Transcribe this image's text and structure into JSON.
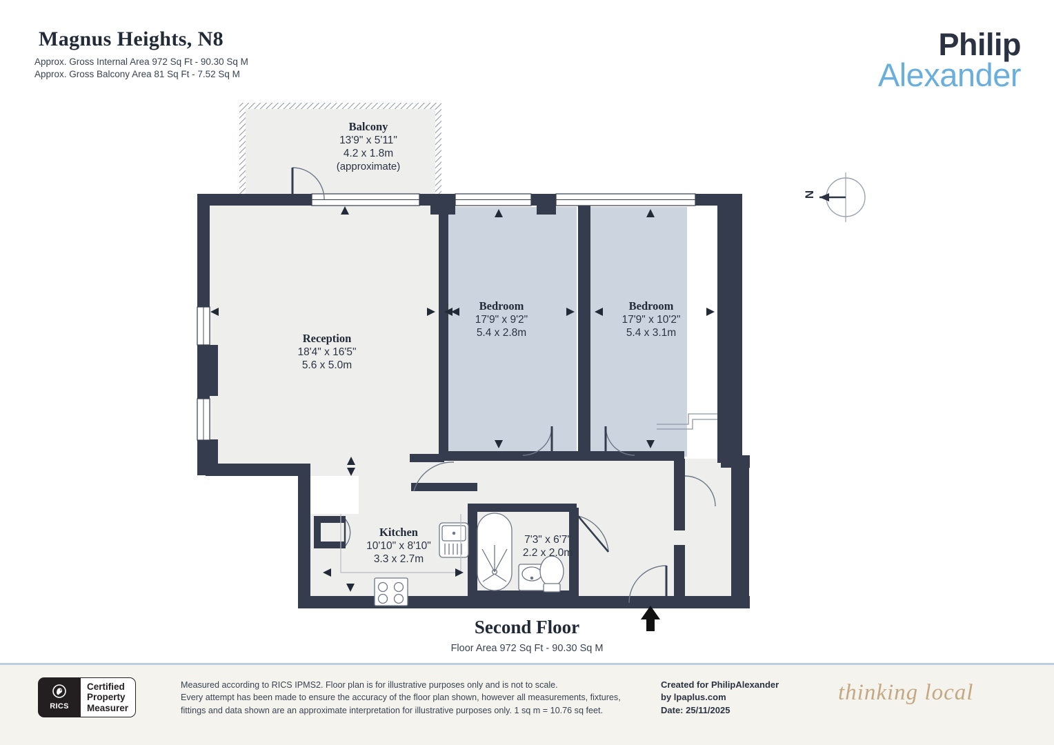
{
  "header": {
    "title": "Magnus Heights, N8",
    "subtitle_1": "Approx. Gross Internal Area 972 Sq Ft - 90.30 Sq M",
    "subtitle_2": "Approx. Gross Balcony Area 81 Sq Ft - 7.52 Sq M",
    "logo_line_1": "Philip",
    "logo_line_2": "Alexander"
  },
  "compass": {
    "north_label": "N"
  },
  "plan": {
    "floor_name": "Second Floor",
    "floor_area": "Floor Area 972 Sq Ft - 90.30 Sq M",
    "rooms": [
      {
        "name": "Balcony",
        "imperial": "13'9\" x 5'11\"",
        "metric": "4.2 x 1.8m",
        "note": "(approximate)"
      },
      {
        "name": "Reception",
        "imperial": "18'4\" x 16'5\"",
        "metric": "5.6 x 5.0m",
        "note": ""
      },
      {
        "name": "Bedroom",
        "imperial": "17'9\" x 9'2\"",
        "metric": "5.4 x 2.8m",
        "note": ""
      },
      {
        "name": "Bedroom",
        "imperial": "17'9\" x 10'2\"",
        "metric": "5.4 x 3.1m",
        "note": ""
      },
      {
        "name": "Kitchen",
        "imperial": "10'10\" x 8'10\"",
        "metric": "3.3 x 2.7m",
        "note": ""
      },
      {
        "name": "",
        "imperial": "7'3\" x 6'7\"",
        "metric": "2.2 x 2.0m",
        "note": ""
      }
    ]
  },
  "footer": {
    "rics_mark": "RICS",
    "rics_line_1": "Certified",
    "rics_line_2": "Property",
    "rics_line_3": "Measurer",
    "disclaimer_1": "Measured according to RICS IPMS2. Floor plan is for illustrative purposes only and is not to scale.",
    "disclaimer_2": "Every attempt has been made to ensure the accuracy of the floor plan shown, however all measurements, fixtures,",
    "disclaimer_3": "fittings and data shown are an approximate interpretation for illustrative purposes only. 1 sq m = 10.76 sq feet.",
    "created_1": "Created for PhilipAlexander",
    "created_2": "by lpaplus.com",
    "created_3": "Date: 25/11/2025",
    "tagline": "thinking local"
  },
  "colors": {
    "wall": "#343c4e",
    "room_fill": "#eeeeec",
    "bedroom_fill": "#ccd4df",
    "logo_accent": "#6aafdc",
    "divider": "#b9cfe2",
    "tagline": "#c4a882"
  }
}
